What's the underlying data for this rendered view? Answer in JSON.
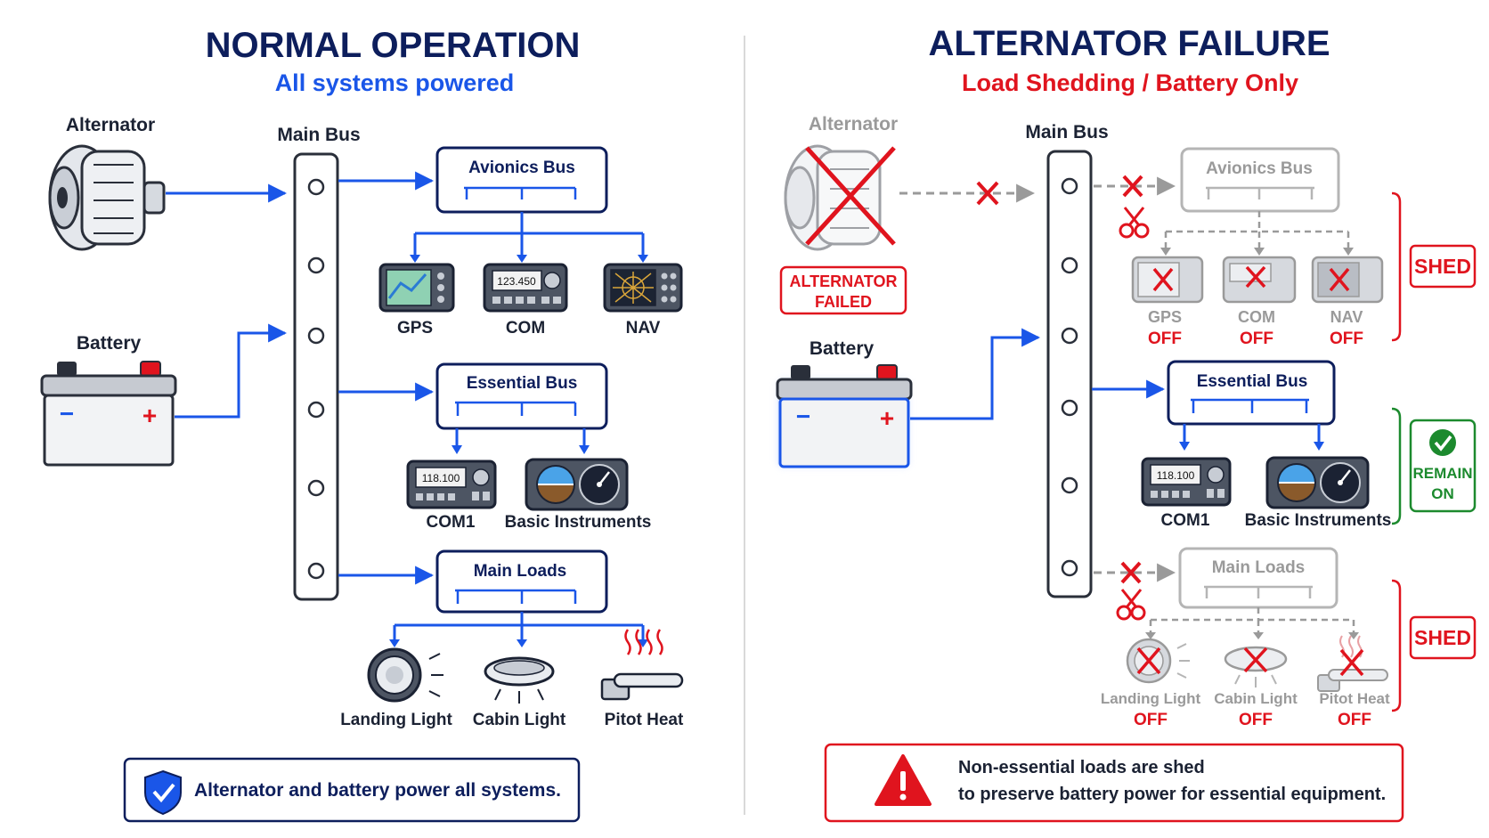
{
  "left": {
    "title": "NORMAL OPERATION",
    "subtitle": "All systems powered",
    "alternator_label": "Alternator",
    "battery_label": "Battery",
    "main_bus_label": "Main Bus",
    "avionics_bus": {
      "label": "Avionics Bus",
      "devices": [
        {
          "label": "GPS",
          "icon": "gps-icon"
        },
        {
          "label": "COM",
          "icon": "com-radio-icon",
          "display": "123.450"
        },
        {
          "label": "NAV",
          "icon": "nav-icon"
        }
      ]
    },
    "essential_bus": {
      "label": "Essential Bus",
      "devices": [
        {
          "label": "COM1",
          "icon": "com1-radio-icon",
          "display": "118.100"
        },
        {
          "label": "Basic Instruments",
          "icon": "instruments-icon"
        }
      ]
    },
    "main_loads": {
      "label": "Main Loads",
      "devices": [
        {
          "label": "Landing Light",
          "icon": "landing-light-icon"
        },
        {
          "label": "Cabin Light",
          "icon": "cabin-light-icon"
        },
        {
          "label": "Pitot Heat",
          "icon": "pitot-heat-icon"
        }
      ]
    },
    "footer": "Alternator and battery power all systems."
  },
  "right": {
    "title": "ALTERNATOR FAILURE",
    "subtitle": "Load Shedding / Battery Only",
    "alternator_label": "Alternator",
    "failed_badge": [
      "ALTERNATOR",
      "FAILED"
    ],
    "battery_label": "Battery",
    "main_bus_label": "Main Bus",
    "avionics_bus": {
      "label": "Avionics Bus",
      "devices": [
        {
          "label": "GPS",
          "status": "OFF"
        },
        {
          "label": "COM",
          "status": "OFF"
        },
        {
          "label": "NAV",
          "status": "OFF"
        }
      ]
    },
    "essential_bus": {
      "label": "Essential Bus",
      "devices": [
        {
          "label": "COM1",
          "display": "118.100"
        },
        {
          "label": "Basic Instruments"
        }
      ]
    },
    "main_loads": {
      "label": "Main Loads",
      "devices": [
        {
          "label": "Landing Light",
          "status": "OFF"
        },
        {
          "label": "Cabin Light",
          "status": "OFF"
        },
        {
          "label": "Pitot Heat",
          "status": "OFF"
        }
      ]
    },
    "shed_label": "SHED",
    "remain_on": [
      "REMAIN",
      "ON"
    ],
    "footer": [
      "Non-essential loads are shed",
      "to preserve battery power for essential equipment."
    ]
  },
  "colors": {
    "navy": "#0d1e5c",
    "blue": "#1a56e8",
    "red": "#e0141e",
    "green": "#1c8a2e",
    "gray": "#9a9a9a",
    "dark": "#1b2233"
  }
}
